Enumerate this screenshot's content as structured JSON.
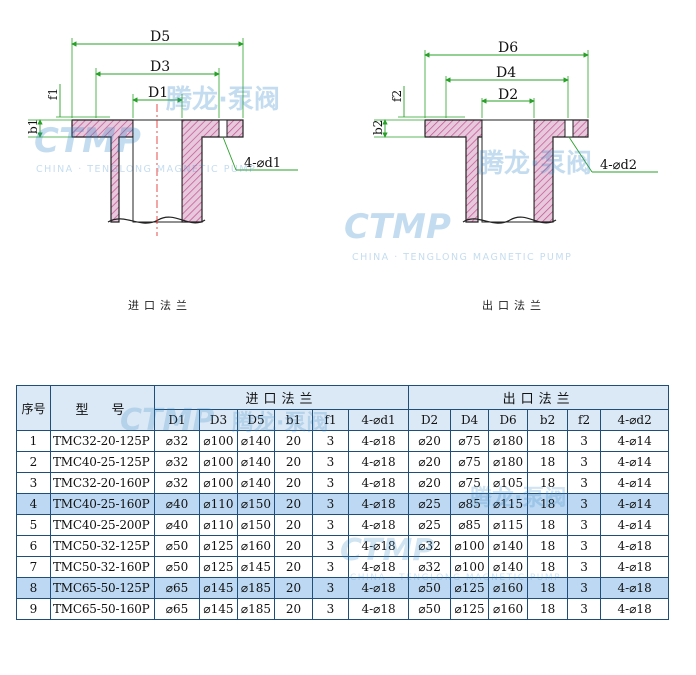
{
  "drawing_labels": {
    "inlet": {
      "D5": "D5",
      "D3": "D3",
      "D1": "D1",
      "f1": "f1",
      "b1": "b1",
      "holes": "4-⌀d1"
    },
    "outlet": {
      "D6": "D6",
      "D4": "D4",
      "D2": "D2",
      "f2": "f2",
      "b2": "b2",
      "holes": "4-⌀d2"
    }
  },
  "captions": {
    "inlet": "进口法兰",
    "outlet": "出口法兰"
  },
  "watermark": {
    "logo": "CTMP",
    "cn": "腾龙·泵阀",
    "en": "CHINA · TENGLONG MAGNETIC PUMP"
  },
  "colors": {
    "hatch": "#c0508a",
    "dim": "#2aa02a",
    "table_border": "#1f4e79",
    "header_bg": "#dbe8f5",
    "row_alt": "#bcd8f2"
  },
  "table": {
    "col_seq": "序号",
    "col_model": "型　号",
    "group_inlet": "进口法兰",
    "group_outlet": "出口法兰",
    "sub_headers": [
      "D1",
      "D3",
      "D5",
      "b1",
      "f1",
      "4-⌀d1",
      "D2",
      "D4",
      "D6",
      "b2",
      "f2",
      "4-⌀d2"
    ],
    "rows": [
      [
        "1",
        "TMC32-20-125P",
        "⌀32",
        "⌀100",
        "⌀140",
        "20",
        "3",
        "4-⌀18",
        "⌀20",
        "⌀75",
        "⌀180",
        "18",
        "3",
        "4-⌀14"
      ],
      [
        "2",
        "TMC40-25-125P",
        "⌀32",
        "⌀100",
        "⌀140",
        "20",
        "3",
        "4-⌀18",
        "⌀20",
        "⌀75",
        "⌀180",
        "18",
        "3",
        "4-⌀14"
      ],
      [
        "3",
        "TMC32-20-160P",
        "⌀32",
        "⌀100",
        "⌀140",
        "20",
        "3",
        "4-⌀18",
        "⌀20",
        "⌀75",
        "⌀105",
        "18",
        "3",
        "4-⌀14"
      ],
      [
        "4",
        "TMC40-25-160P",
        "⌀40",
        "⌀110",
        "⌀150",
        "20",
        "3",
        "4-⌀18",
        "⌀25",
        "⌀85",
        "⌀115",
        "18",
        "3",
        "4-⌀14"
      ],
      [
        "5",
        "TMC40-25-200P",
        "⌀40",
        "⌀110",
        "⌀150",
        "20",
        "3",
        "4-⌀18",
        "⌀25",
        "⌀85",
        "⌀115",
        "18",
        "3",
        "4-⌀14"
      ],
      [
        "6",
        "TMC50-32-125P",
        "⌀50",
        "⌀125",
        "⌀160",
        "20",
        "3",
        "4-⌀18",
        "⌀32",
        "⌀100",
        "⌀140",
        "18",
        "3",
        "4-⌀18"
      ],
      [
        "7",
        "TMC50-32-160P",
        "⌀50",
        "⌀125",
        "⌀145",
        "20",
        "3",
        "4-⌀18",
        "⌀32",
        "⌀100",
        "⌀140",
        "18",
        "3",
        "4-⌀18"
      ],
      [
        "8",
        "TMC65-50-125P",
        "⌀65",
        "⌀145",
        "⌀185",
        "20",
        "3",
        "4-⌀18",
        "⌀50",
        "⌀125",
        "⌀160",
        "18",
        "3",
        "4-⌀18"
      ],
      [
        "9",
        "TMC65-50-160P",
        "⌀65",
        "⌀145",
        "⌀185",
        "20",
        "3",
        "4-⌀18",
        "⌀50",
        "⌀125",
        "⌀160",
        "18",
        "3",
        "4-⌀18"
      ]
    ],
    "alt_rows": [
      4,
      8
    ]
  }
}
